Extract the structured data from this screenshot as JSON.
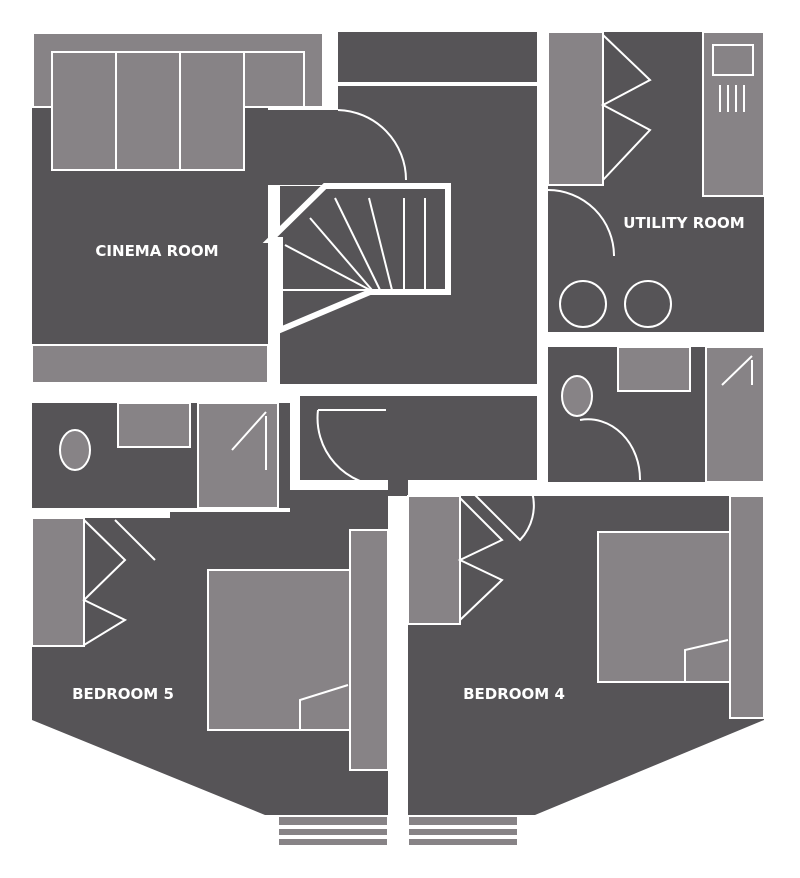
{
  "floor_plan": {
    "rooms": {
      "cinema": "CINEMA ROOM",
      "utility": "UTILITY ROOM",
      "bedroom5": "BEDROOM 5",
      "bedroom4": "BEDROOM 4"
    },
    "colors": {
      "floor": "#565457",
      "furniture": "#878386",
      "wall": "#ffffff"
    }
  }
}
